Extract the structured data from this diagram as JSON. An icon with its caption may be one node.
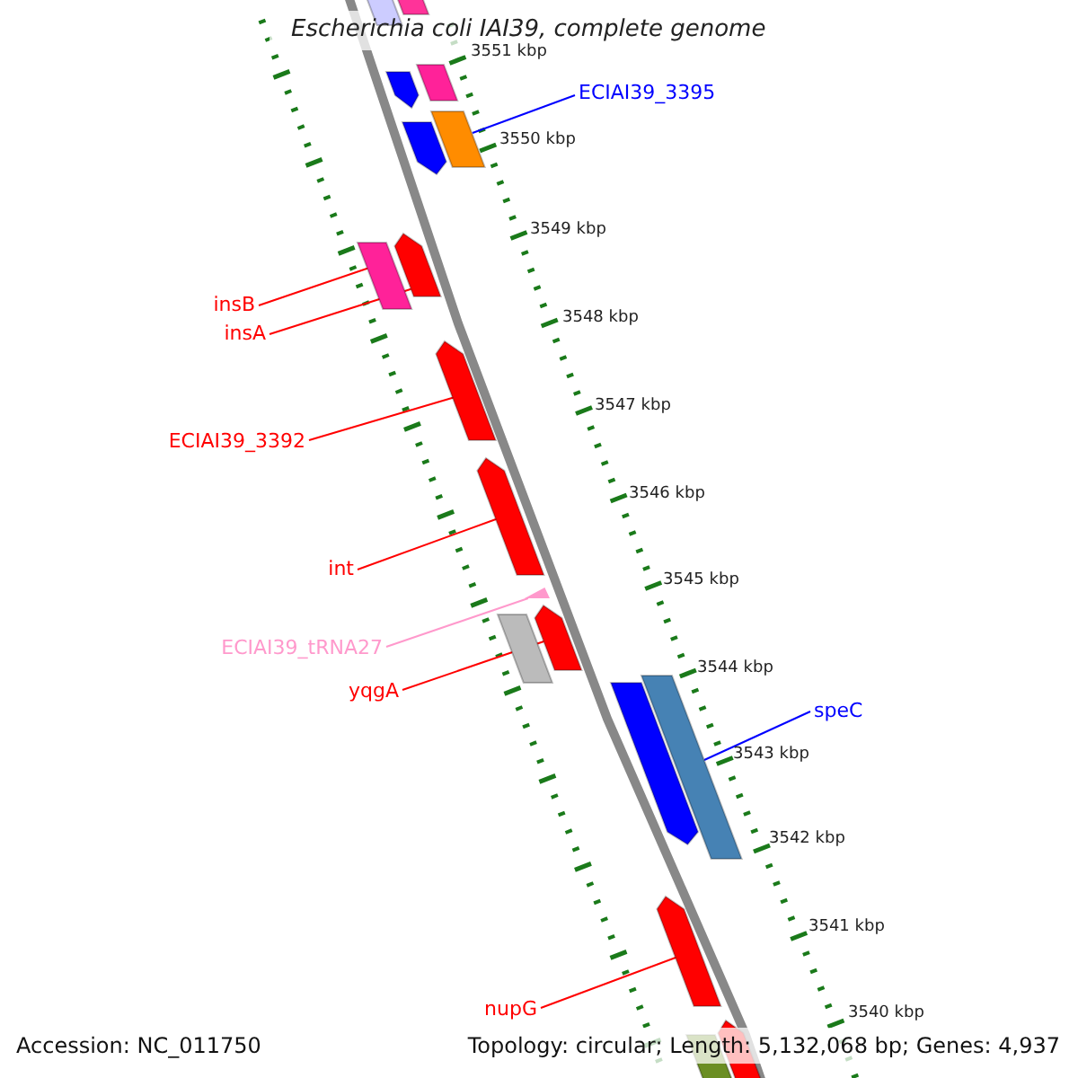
{
  "diagram": {
    "title": "Escherichia coli IAI39, complete genome",
    "nodes": [
      {
        "text": [
          "ECIAI39_3395"
        ]
      },
      {
        "text": [
          "insB"
        ]
      },
      {
        "text": [
          "insA"
        ]
      },
      {
        "text": [
          "ECIAI39_3392"
        ]
      },
      {
        "text": [
          "int"
        ]
      },
      {
        "text": [
          "ECIAI39_tRNA27"
        ]
      },
      {
        "text": [
          "yqgA"
        ]
      },
      {
        "text": [
          "speC"
        ]
      },
      {
        "text": [
          "nupG"
        ]
      },
      {
        "text": [],
        "shape": "box"
      },
      {
        "text": [],
        "shape": "box"
      },
      {
        "text": [],
        "shape": "arrow"
      },
      {
        "text": [],
        "shape": "box"
      },
      {
        "text": [],
        "shape": "arrow"
      },
      {
        "text": [],
        "shape": "box"
      },
      {
        "text": [],
        "shape": "box"
      },
      {
        "text": [],
        "shape": "arrow"
      },
      {
        "text": [],
        "shape": "arrow"
      },
      {
        "text": [],
        "shape": "arrow"
      },
      {
        "text": [],
        "shape": "triangle"
      },
      {
        "text": [],
        "shape": "box"
      },
      {
        "text": [],
        "shape": "arrow"
      },
      {
        "text": [],
        "shape": "arrow"
      },
      {
        "text": [],
        "shape": "box"
      },
      {
        "text": [],
        "shape": "arrow"
      },
      {
        "text": [],
        "shape": "box"
      },
      {
        "text": [],
        "shape": "arrow"
      }
    ],
    "edges": [
      {
        "from": 0,
        "to": 14,
        "arrow": "none",
        "color": "#0000ff"
      },
      {
        "from": 1,
        "to": 15,
        "arrow": "none",
        "color": "#ff0000"
      },
      {
        "from": 2,
        "to": 16,
        "arrow": "none",
        "color": "#ff0000"
      },
      {
        "from": 3,
        "to": 17,
        "arrow": "none",
        "color": "#ff0000"
      },
      {
        "from": 4,
        "to": 18,
        "arrow": "none",
        "color": "#ff0000"
      },
      {
        "from": 5,
        "to": 19,
        "arrow": "none",
        "color": "#ff99cc"
      },
      {
        "from": 6,
        "to": 21,
        "arrow": "none",
        "color": "#ff0000"
      },
      {
        "from": 7,
        "to": 23,
        "arrow": "none",
        "color": "#0000ff"
      },
      {
        "from": 8,
        "to": 24,
        "arrow": "none",
        "color": "#ff0000"
      }
    ],
    "labels": [
      "3551 kbp",
      "3550 kbp",
      "3549 kbp",
      "3548 kbp",
      "3547 kbp",
      "3546 kbp",
      "3545 kbp",
      "3544 kbp",
      "3543 kbp",
      "3542 kbp",
      "3541 kbp",
      "3540 kbp",
      "Accession: NC_011750",
      "Topology: circular; Length: 5,132,068 bp; Genes: 4,937"
    ]
  }
}
